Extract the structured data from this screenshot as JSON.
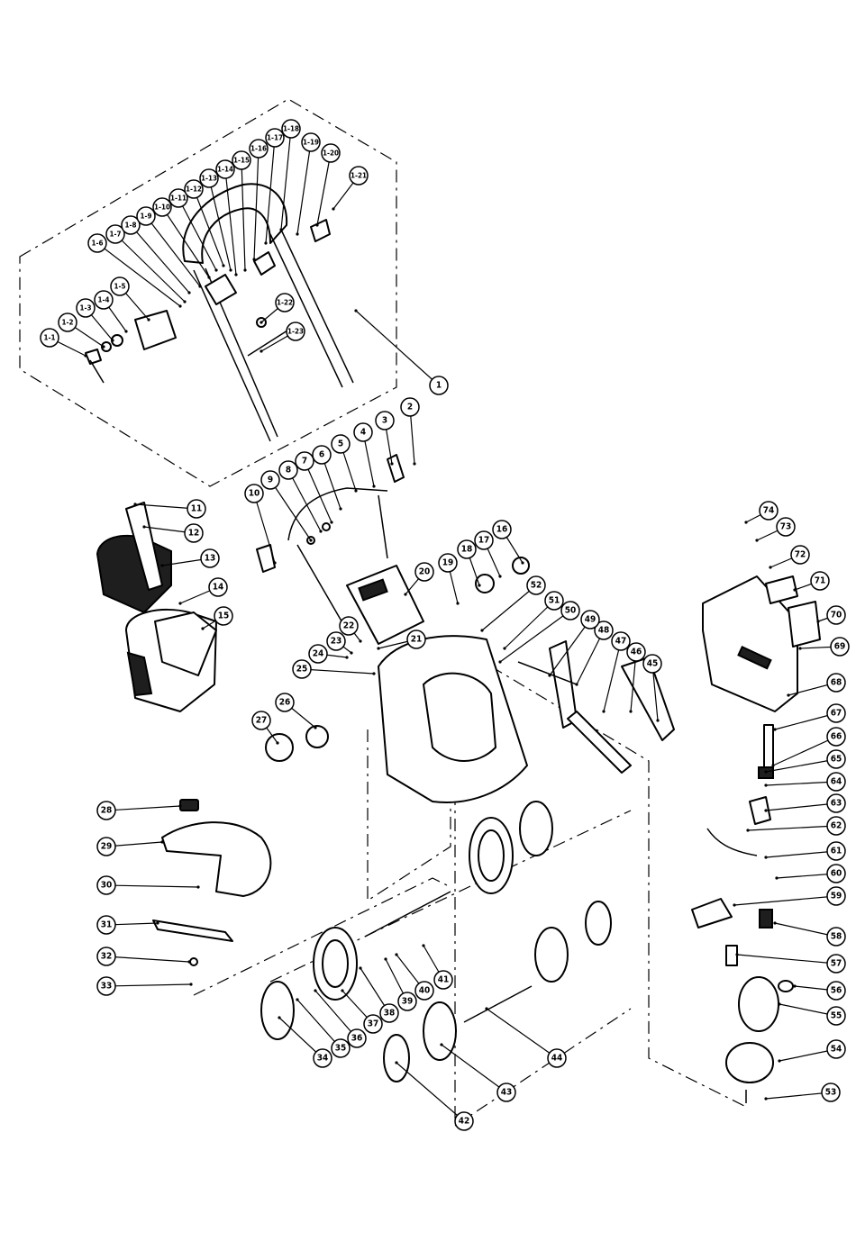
{
  "callouts": [
    {
      "label": "1-1"
    },
    {
      "label": "1-2"
    },
    {
      "label": "1-3"
    },
    {
      "label": "1-4"
    },
    {
      "label": "1-5"
    },
    {
      "label": "1-6"
    },
    {
      "label": "1-7"
    },
    {
      "label": "1-8"
    },
    {
      "label": "1-9"
    },
    {
      "label": "1-10"
    },
    {
      "label": "1-11"
    },
    {
      "label": "1-12"
    },
    {
      "label": "1-13"
    },
    {
      "label": "1-14"
    },
    {
      "label": "1-15"
    },
    {
      "label": "1-16"
    },
    {
      "label": "1-17"
    },
    {
      "label": "1-18"
    },
    {
      "label": "1-19"
    },
    {
      "label": "1-20"
    },
    {
      "label": "1-21"
    },
    {
      "label": "1-22"
    },
    {
      "label": "1-23"
    },
    {
      "label": "1"
    },
    {
      "label": "2"
    },
    {
      "label": "3"
    },
    {
      "label": "4"
    },
    {
      "label": "5"
    },
    {
      "label": "6"
    },
    {
      "label": "7"
    },
    {
      "label": "8"
    },
    {
      "label": "9"
    },
    {
      "label": "10"
    },
    {
      "label": "11"
    },
    {
      "label": "12"
    },
    {
      "label": "13"
    },
    {
      "label": "14"
    },
    {
      "label": "15"
    },
    {
      "label": "16"
    },
    {
      "label": "17"
    },
    {
      "label": "18"
    },
    {
      "label": "19"
    },
    {
      "label": "20"
    },
    {
      "label": "21"
    },
    {
      "label": "22"
    },
    {
      "label": "23"
    },
    {
      "label": "24"
    },
    {
      "label": "25"
    },
    {
      "label": "26"
    },
    {
      "label": "27"
    },
    {
      "label": "28"
    },
    {
      "label": "29"
    },
    {
      "label": "30"
    },
    {
      "label": "31"
    },
    {
      "label": "32"
    },
    {
      "label": "33"
    },
    {
      "label": "34"
    },
    {
      "label": "35"
    },
    {
      "label": "36"
    },
    {
      "label": "37"
    },
    {
      "label": "38"
    },
    {
      "label": "39"
    },
    {
      "label": "40"
    },
    {
      "label": "41"
    },
    {
      "label": "42"
    },
    {
      "label": "43"
    },
    {
      "label": "44"
    },
    {
      "label": "45"
    },
    {
      "label": "46"
    },
    {
      "label": "47"
    },
    {
      "label": "48"
    },
    {
      "label": "49"
    },
    {
      "label": "50"
    },
    {
      "label": "51"
    },
    {
      "label": "52"
    },
    {
      "label": "53"
    },
    {
      "label": "54"
    },
    {
      "label": "55"
    },
    {
      "label": "56"
    },
    {
      "label": "57"
    },
    {
      "label": "58"
    },
    {
      "label": "59"
    },
    {
      "label": "60"
    },
    {
      "label": "61"
    },
    {
      "label": "62"
    },
    {
      "label": "63"
    },
    {
      "label": "64"
    },
    {
      "label": "65"
    },
    {
      "label": "66"
    },
    {
      "label": "67"
    },
    {
      "label": "68"
    },
    {
      "label": "69"
    },
    {
      "label": "70"
    },
    {
      "label": "71"
    },
    {
      "label": "72"
    },
    {
      "label": "73"
    },
    {
      "label": "74"
    }
  ]
}
